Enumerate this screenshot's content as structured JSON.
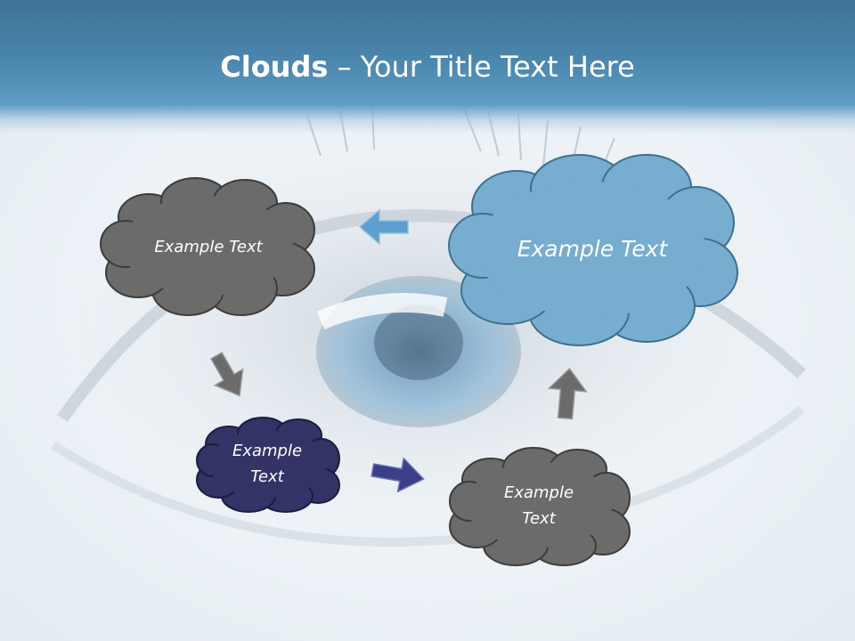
{
  "slide": {
    "title_bold": "Clouds",
    "title_dash": " – ",
    "title_rest": "Your Title Text Here"
  },
  "clouds": {
    "top_left": "Example Text",
    "top_right": "Example Text",
    "middle_left": "Example Text",
    "bottom_right": "Example Text"
  },
  "colors": {
    "title_bar": "#4a86ad",
    "cloud_gray": "#6b6b6b",
    "cloud_navy": "#333366",
    "cloud_blue": "#77adcf",
    "arrow_blue": "#5d9fcf",
    "arrow_gray": "#6b6b6b",
    "arrow_navy": "#3b3f88"
  }
}
